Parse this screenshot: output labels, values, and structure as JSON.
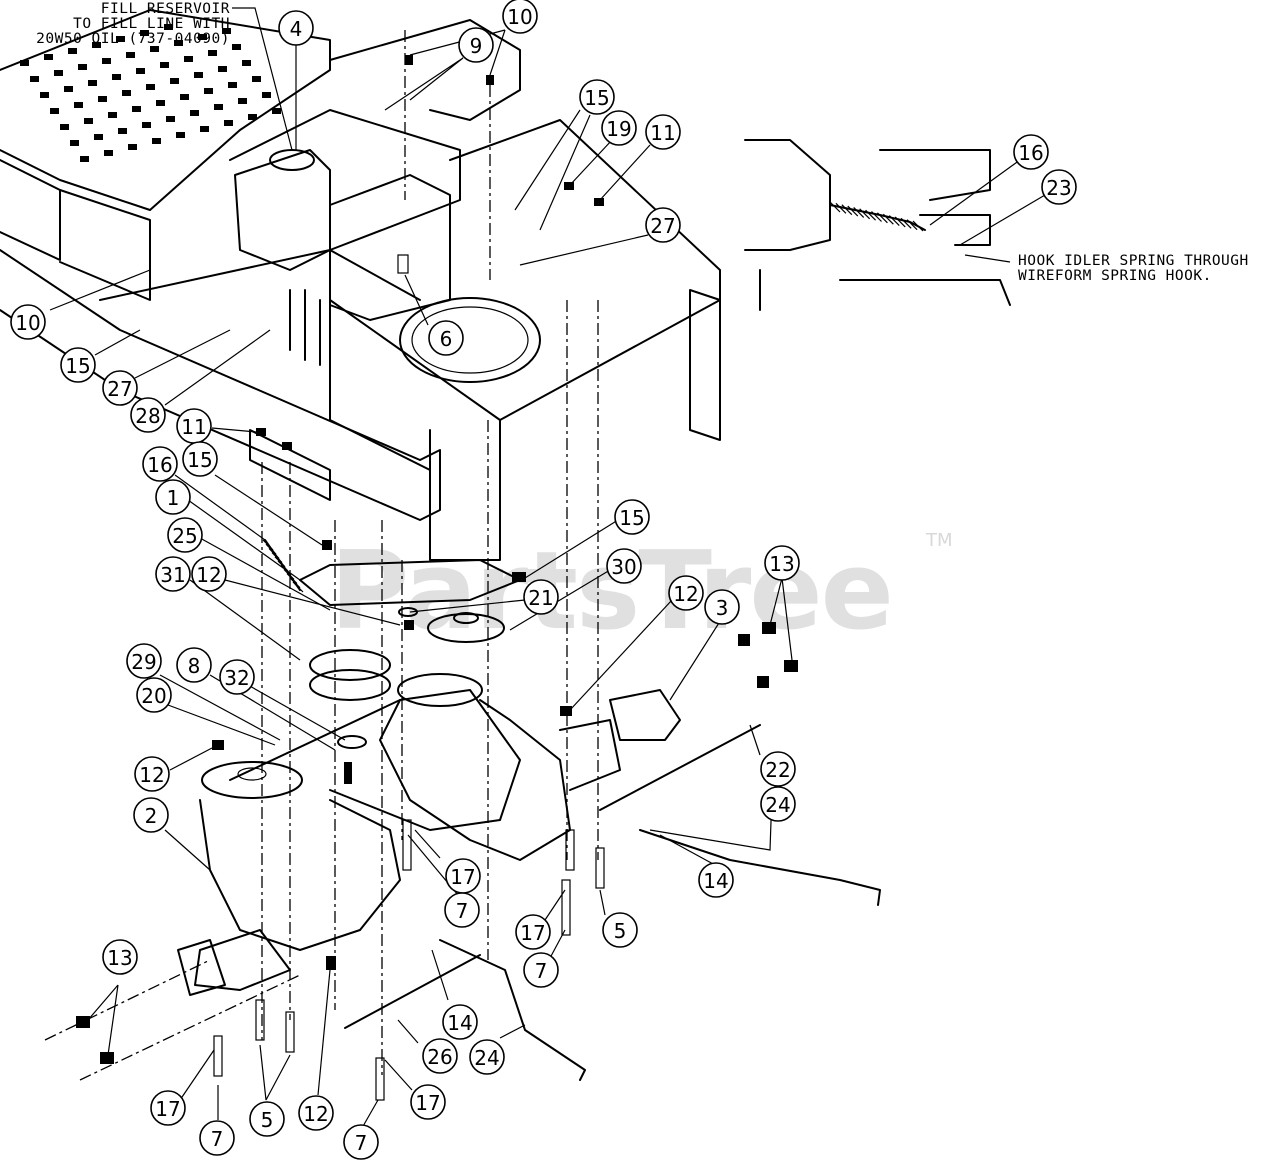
{
  "watermark": {
    "brand": "PartsTree",
    "trademark": "TM"
  },
  "notes": {
    "fill_reservoir": [
      "FILL RESERVOIR",
      "TO FILL LINE WITH",
      "20W50 OIL (737-04090)"
    ],
    "hook_idler": [
      "HOOK IDLER SPRING THROUGH",
      "WIREFORM SPRING HOOK."
    ]
  },
  "callouts": [
    {
      "id": "c-4",
      "label": "4"
    },
    {
      "id": "c-10a",
      "label": "10"
    },
    {
      "id": "c-9",
      "label": "9"
    },
    {
      "id": "c-15a",
      "label": "15"
    },
    {
      "id": "c-19",
      "label": "19"
    },
    {
      "id": "c-11a",
      "label": "11"
    },
    {
      "id": "c-27a",
      "label": "27"
    },
    {
      "id": "c-16a",
      "label": "16"
    },
    {
      "id": "c-23",
      "label": "23"
    },
    {
      "id": "c-10b",
      "label": "10"
    },
    {
      "id": "c-15b",
      "label": "15"
    },
    {
      "id": "c-27b",
      "label": "27"
    },
    {
      "id": "c-6",
      "label": "6"
    },
    {
      "id": "c-28",
      "label": "28"
    },
    {
      "id": "c-11b",
      "label": "11"
    },
    {
      "id": "c-16b",
      "label": "16"
    },
    {
      "id": "c-15c",
      "label": "15"
    },
    {
      "id": "c-1",
      "label": "1"
    },
    {
      "id": "c-25",
      "label": "25"
    },
    {
      "id": "c-15d",
      "label": "15"
    },
    {
      "id": "c-31",
      "label": "31"
    },
    {
      "id": "c-12a",
      "label": "12"
    },
    {
      "id": "c-30",
      "label": "30"
    },
    {
      "id": "c-21",
      "label": "21"
    },
    {
      "id": "c-13a",
      "label": "13"
    },
    {
      "id": "c-12b",
      "label": "12"
    },
    {
      "id": "c-3",
      "label": "3"
    },
    {
      "id": "c-29",
      "label": "29"
    },
    {
      "id": "c-8",
      "label": "8"
    },
    {
      "id": "c-32",
      "label": "32"
    },
    {
      "id": "c-20",
      "label": "20"
    },
    {
      "id": "c-12c",
      "label": "12"
    },
    {
      "id": "c-22",
      "label": "22"
    },
    {
      "id": "c-24a",
      "label": "24"
    },
    {
      "id": "c-2",
      "label": "2"
    },
    {
      "id": "c-17a",
      "label": "17"
    },
    {
      "id": "c-14a",
      "label": "14"
    },
    {
      "id": "c-7a",
      "label": "7"
    },
    {
      "id": "c-17b",
      "label": "17"
    },
    {
      "id": "c-5a",
      "label": "5"
    },
    {
      "id": "c-7b",
      "label": "7"
    },
    {
      "id": "c-13b",
      "label": "13"
    },
    {
      "id": "c-14b",
      "label": "14"
    },
    {
      "id": "c-26",
      "label": "26"
    },
    {
      "id": "c-24b",
      "label": "24"
    },
    {
      "id": "c-17c",
      "label": "17"
    },
    {
      "id": "c-5b",
      "label": "5"
    },
    {
      "id": "c-12d",
      "label": "12"
    },
    {
      "id": "c-17d",
      "label": "17"
    },
    {
      "id": "c-7c",
      "label": "7"
    },
    {
      "id": "c-7d",
      "label": "7"
    }
  ]
}
